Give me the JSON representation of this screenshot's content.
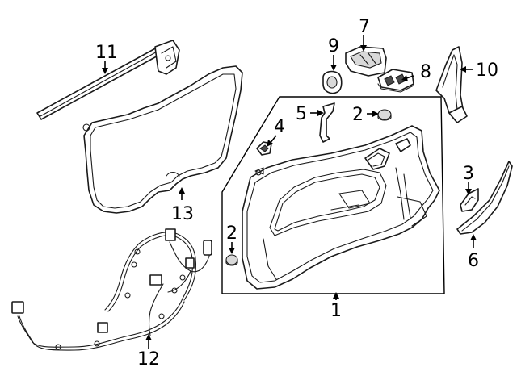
{
  "diagram": {
    "callouts": {
      "c1": "1",
      "c2a": "2",
      "c2b": "2",
      "c3": "3",
      "c4": "4",
      "c5": "5",
      "c6": "6",
      "c7": "7",
      "c8": "8",
      "c9": "9",
      "c10": "10",
      "c11": "11",
      "c12": "12",
      "c13": "13"
    }
  }
}
